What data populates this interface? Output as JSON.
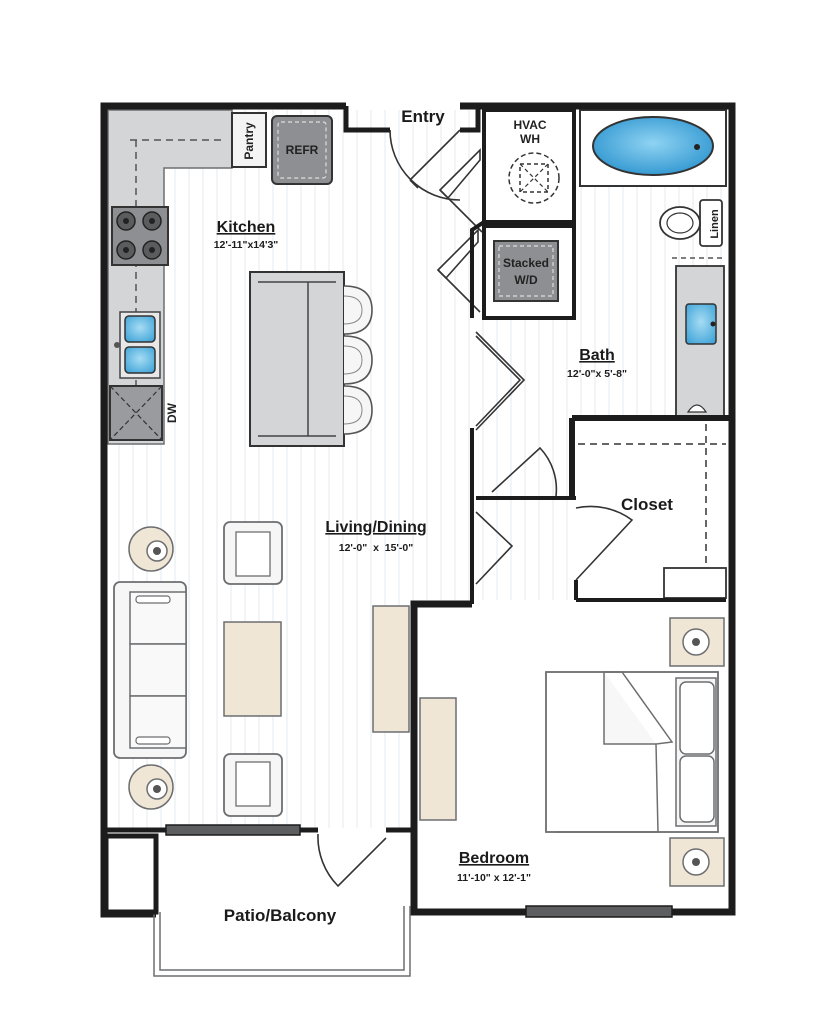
{
  "colors": {
    "wall": "#1c1c1c",
    "floor_stripe": "#e7eef3",
    "counter": "#d3d4d6",
    "appliance": "#8b8c8f",
    "furniture_fill": "#f6f6f6",
    "furniture_stroke": "#6d6e70",
    "wood": "#f0e6d6",
    "water": "#3aa7dd",
    "window": "#5d5e60"
  },
  "rooms": {
    "entry": {
      "name": "Entry"
    },
    "kitchen": {
      "name": "Kitchen",
      "dims": "12'-11\"x14'3\""
    },
    "living": {
      "name": "Living/Dining",
      "dims": "12'-0\"  x  15'-0\""
    },
    "bath": {
      "name": "Bath",
      "dims": "12'-0\"x 5'-8\""
    },
    "closet": {
      "name": "Closet"
    },
    "bedroom": {
      "name": "Bedroom",
      "dims": "11'-10\" x 12'-1\""
    },
    "patio": {
      "name": "Patio/Balcony"
    }
  },
  "fixtures": {
    "pantry": "Pantry",
    "refr": "REFR",
    "hvac_line1": "HVAC",
    "hvac_line2": "WH",
    "washer_line1": "Stacked",
    "washer_line2": "W/D",
    "linen": "Linen",
    "dw": "DW"
  },
  "icons": [
    "range-icon",
    "sink-icon",
    "toilet-icon",
    "bathtub-icon",
    "lamp-icon",
    "bed-icon"
  ]
}
